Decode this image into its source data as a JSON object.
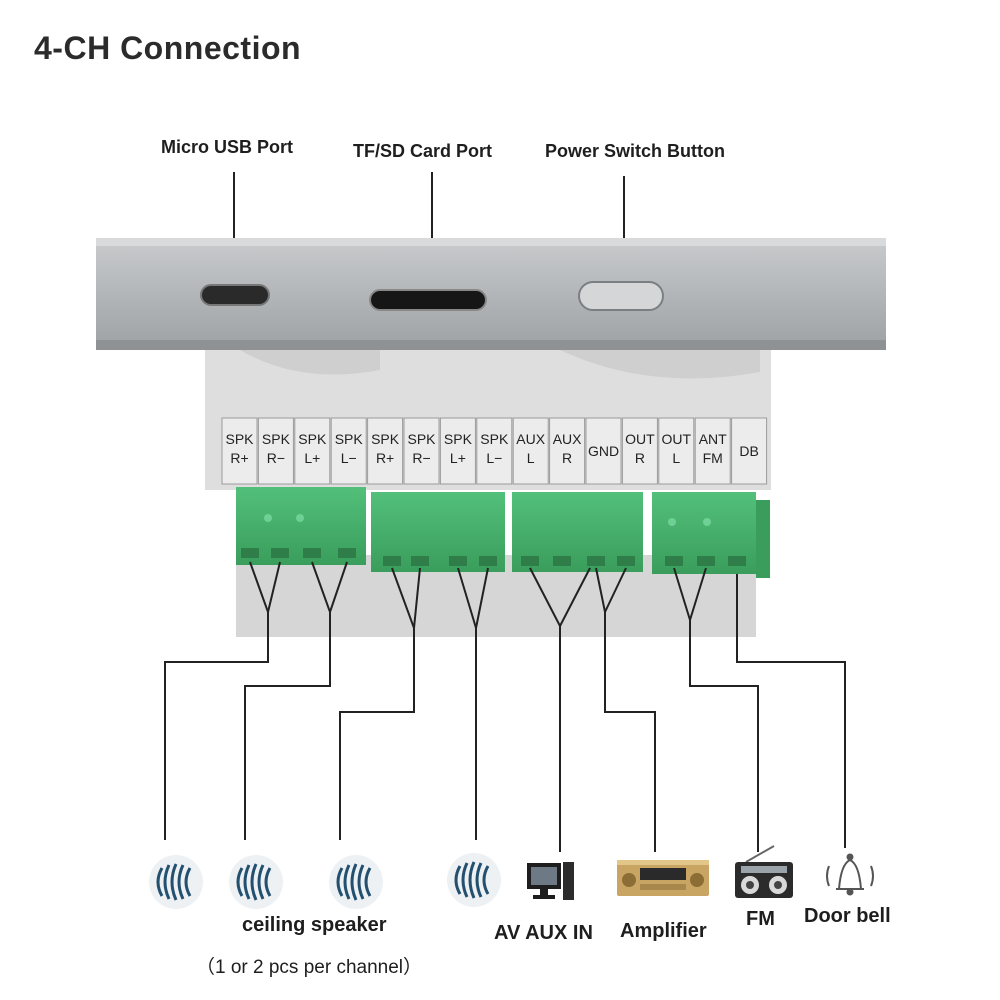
{
  "title": "4-CH Connection",
  "callouts": {
    "usb": "Micro USB Port",
    "sd": "TF/SD Card Port",
    "power": "Power Switch Button"
  },
  "terminals": [
    [
      "SPK",
      "R+"
    ],
    [
      "SPK",
      "R−"
    ],
    [
      "SPK",
      "L+"
    ],
    [
      "SPK",
      "L−"
    ],
    [
      "SPK",
      "R+"
    ],
    [
      "SPK",
      "R−"
    ],
    [
      "SPK",
      "L+"
    ],
    [
      "SPK",
      "L−"
    ],
    [
      "AUX",
      "L"
    ],
    [
      "AUX",
      "R"
    ],
    [
      "GND",
      ""
    ],
    [
      "OUT",
      "R"
    ],
    [
      "OUT",
      "L"
    ],
    [
      "ANT",
      "FM"
    ],
    [
      "DB",
      ""
    ]
  ],
  "labels": {
    "ceiling_speaker": "ceiling speaker",
    "ceiling_note": "（1 or 2 pcs per channel）",
    "av_aux_in": "AV AUX IN",
    "amplifier": "Amplifier",
    "fm": "FM",
    "door_bell": "Door bell"
  },
  "icons": [
    "speaker-icon",
    "computer-icon",
    "amplifier-icon",
    "radio-icon",
    "bell-icon"
  ],
  "colors": {
    "panel": "#b5b8bb",
    "housing": "#dcdcdc",
    "terminal_block": "#45b06a",
    "wire": "#222222"
  }
}
